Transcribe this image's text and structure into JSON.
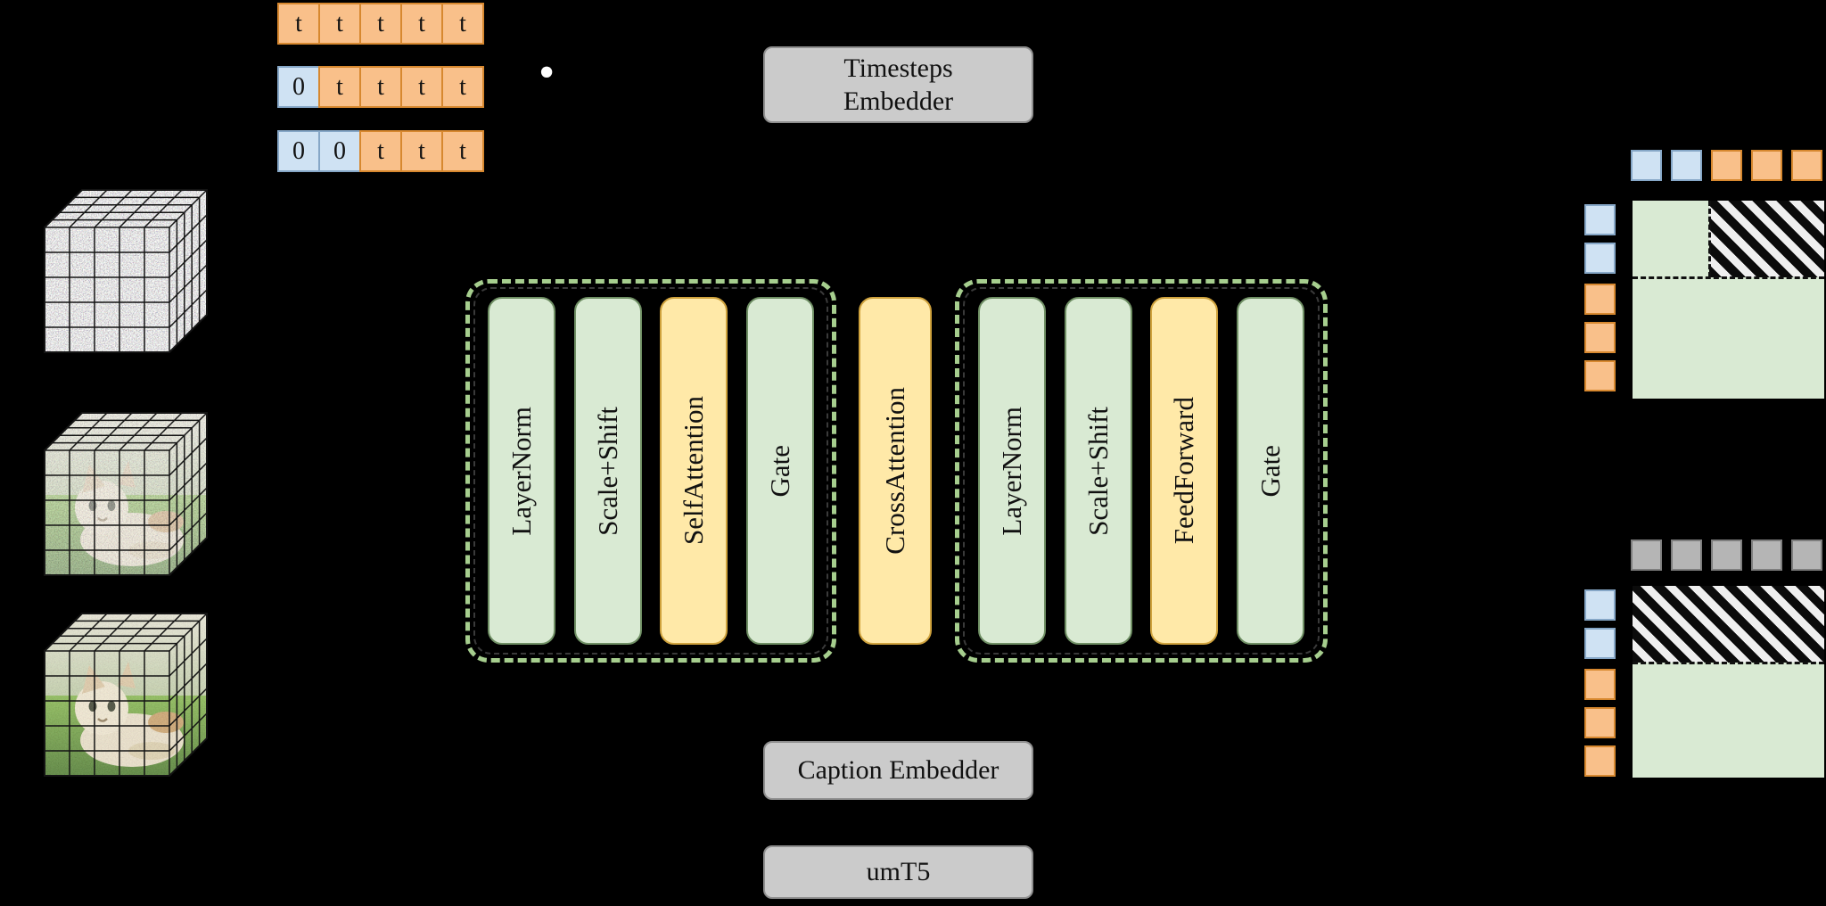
{
  "colors": {
    "background": "#000000",
    "orange_fill": "#f9c08a",
    "orange_border": "#d7882f",
    "blue_fill": "#cfe2f3",
    "blue_border": "#86a7c7",
    "green_fill": "#d9ead3",
    "green_border": "#6f8f64",
    "yellow_fill": "#ffe9a8",
    "yellow_border": "#cfa23d",
    "gray_fill": "#cbcbcb",
    "gray_border": "#8f8f8f",
    "mask_gray_fill": "#b5b5b5",
    "block_dash_green": "#a6ce8e"
  },
  "tokens": {
    "ellipsis": "•",
    "rows": [
      {
        "cells": [
          {
            "label": "t",
            "type": "orange"
          },
          {
            "label": "t",
            "type": "orange"
          },
          {
            "label": "t",
            "type": "orange"
          },
          {
            "label": "t",
            "type": "orange"
          },
          {
            "label": "t",
            "type": "orange"
          }
        ]
      },
      {
        "cells": [
          {
            "label": "0",
            "type": "blue"
          },
          {
            "label": "t",
            "type": "orange"
          },
          {
            "label": "t",
            "type": "orange"
          },
          {
            "label": "t",
            "type": "orange"
          },
          {
            "label": "t",
            "type": "orange"
          }
        ]
      },
      {
        "cells": [
          {
            "label": "0",
            "type": "blue"
          },
          {
            "label": "0",
            "type": "blue"
          },
          {
            "label": "t",
            "type": "orange"
          },
          {
            "label": "t",
            "type": "orange"
          },
          {
            "label": "t",
            "type": "orange"
          }
        ]
      }
    ]
  },
  "embedders": {
    "timesteps_line1": "Timesteps",
    "timesteps_line2": "Embedder",
    "caption": "Caption Embedder",
    "text_encoder": "umT5"
  },
  "transformer": {
    "block1": {
      "boxes": [
        {
          "label": "LayerNorm",
          "color": "green"
        },
        {
          "label": "Scale+Shift",
          "color": "green"
        },
        {
          "label": "SelfAttention",
          "color": "yellow"
        },
        {
          "label": "Gate",
          "color": "green"
        }
      ]
    },
    "cross_attention": {
      "label": "CrossAttention",
      "color": "yellow"
    },
    "block2": {
      "boxes": [
        {
          "label": "LayerNorm",
          "color": "green"
        },
        {
          "label": "Scale+Shift",
          "color": "green"
        },
        {
          "label": "FeedForward",
          "color": "yellow"
        },
        {
          "label": "Gate",
          "color": "green"
        }
      ]
    }
  },
  "masks": {
    "self_attention": {
      "top_tokens": [
        "blue",
        "blue",
        "orange",
        "orange",
        "orange"
      ],
      "left_tokens": [
        "blue",
        "blue",
        "orange",
        "orange",
        "orange"
      ],
      "top_left_region": "unmasked",
      "top_right_region": "masked",
      "bottom_region": "unmasked"
    },
    "cross_attention": {
      "top_tokens": [
        "gray",
        "gray",
        "gray",
        "gray",
        "gray"
      ],
      "left_tokens": [
        "blue",
        "blue",
        "orange",
        "orange",
        "orange"
      ],
      "top_region": "masked",
      "bottom_region": "unmasked"
    }
  },
  "latent_cubes": [
    "noise-cube-icon",
    "noisy-video-cube-icon",
    "video-cube-icon"
  ]
}
